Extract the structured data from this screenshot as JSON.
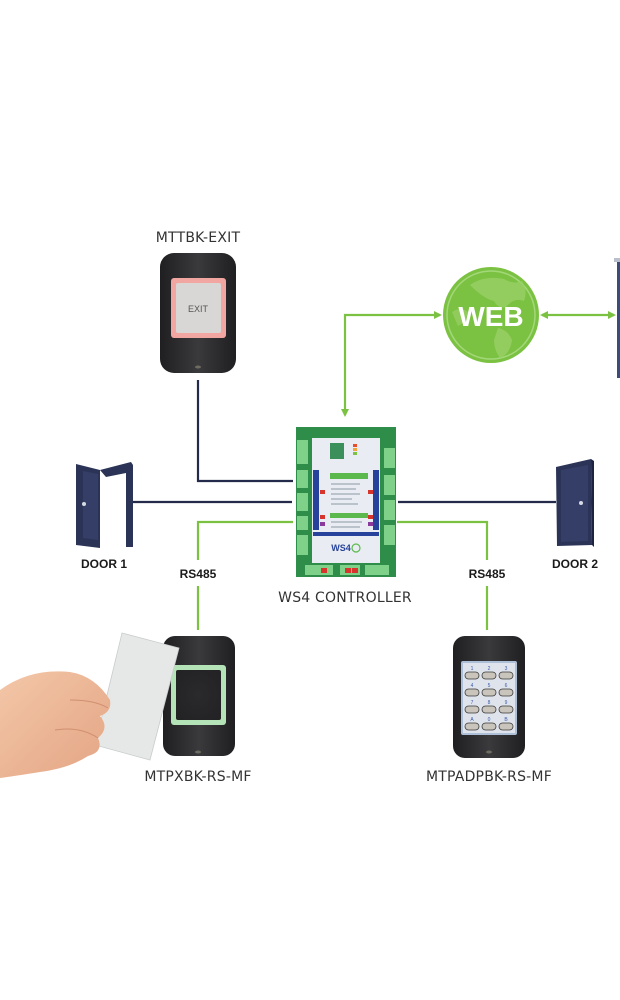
{
  "diagram": {
    "title": "WS4 access control wiring diagram",
    "colors": {
      "wire_dark": "#232a4a",
      "wire_green": "#7cc242",
      "web_globe": "#7cc242",
      "door": "#2b3456",
      "reader_body": "#2e2e30"
    },
    "nodes": {
      "exit_button": {
        "label": "MTTBK-EXIT",
        "button_text": "EXIT"
      },
      "web": {
        "label": "WEB"
      },
      "controller": {
        "label": "WS4 CONTROLLER",
        "board_logo": "WS4"
      },
      "door1": {
        "label": "DOOR 1"
      },
      "door2": {
        "label": "DOOR 2"
      },
      "proximity_reader": {
        "label": "MTPXBK-RS-MF"
      },
      "keypad_reader": {
        "label": "MTPADPBK-RS-MF",
        "keys": [
          "1",
          "2",
          "3",
          "4",
          "5",
          "6",
          "7",
          "8",
          "9",
          "A",
          "0",
          "B"
        ]
      }
    },
    "connections": [
      {
        "from": "exit_button",
        "to": "controller",
        "type": "wired"
      },
      {
        "from": "door1",
        "to": "controller",
        "type": "wired"
      },
      {
        "from": "door2",
        "to": "controller",
        "type": "wired"
      },
      {
        "from": "proximity_reader",
        "to": "controller",
        "type": "RS485",
        "label": "RS485"
      },
      {
        "from": "keypad_reader",
        "to": "controller",
        "type": "RS485",
        "label": "RS485"
      },
      {
        "from": "web",
        "to": "controller",
        "type": "network"
      },
      {
        "from": "web",
        "to": "remote_device",
        "type": "network",
        "bidirectional": true
      }
    ]
  }
}
